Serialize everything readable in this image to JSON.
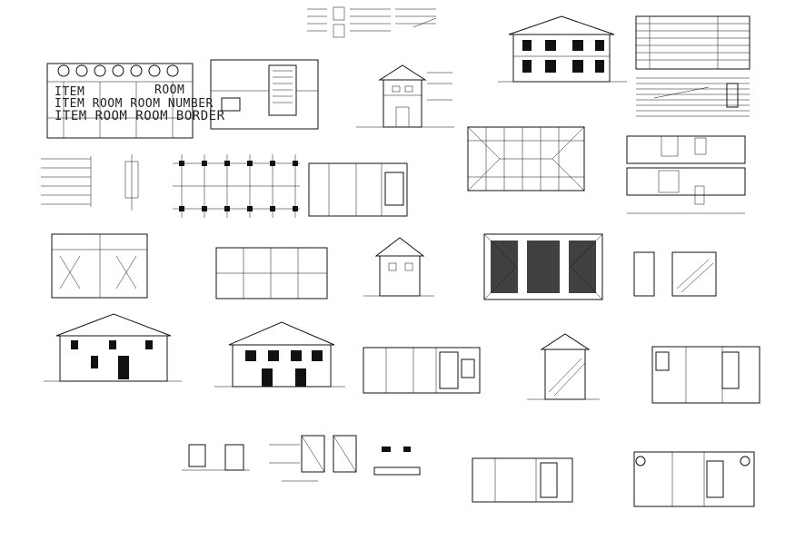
{
  "sheet": {
    "overlay_text": {
      "item": "ITEM",
      "room": "ROOM",
      "number_row": "ITEM ROOM ROOM NUMBER",
      "border_row": "ITEM ROOM ROOM BORDER"
    }
  },
  "colors": {
    "line": "#111111",
    "background": "#ffffff"
  }
}
